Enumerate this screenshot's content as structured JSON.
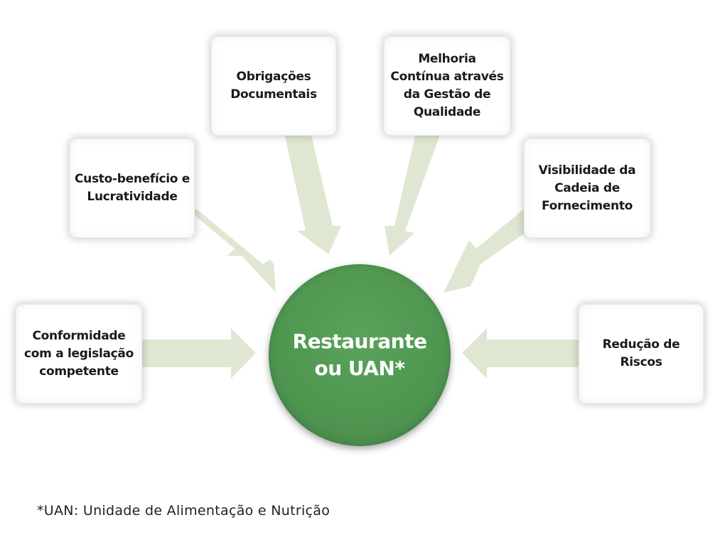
{
  "diagram": {
    "center": {
      "label": "Restaurante\nou UAN*",
      "color": "#4f9651"
    },
    "arrow_color": "#dfe7d3",
    "boxes": [
      {
        "id": "obrigacoes",
        "label": "Obrigações\nDocumentais"
      },
      {
        "id": "melhoria",
        "label": "Melhoria\nContínua através\nda Gestão de\nQualidade"
      },
      {
        "id": "custo",
        "label": "Custo-benefício e\nLucratividade"
      },
      {
        "id": "visibilidade",
        "label": "Visibilidade da\nCadeia de\nFornecimento"
      },
      {
        "id": "conformidade",
        "label": "Conformidade\ncom a legislação\ncompetente"
      },
      {
        "id": "reducao",
        "label": "Redução de\nRiscos"
      }
    ]
  },
  "footnote": "*UAN: Unidade de Alimentação e Nutrição"
}
